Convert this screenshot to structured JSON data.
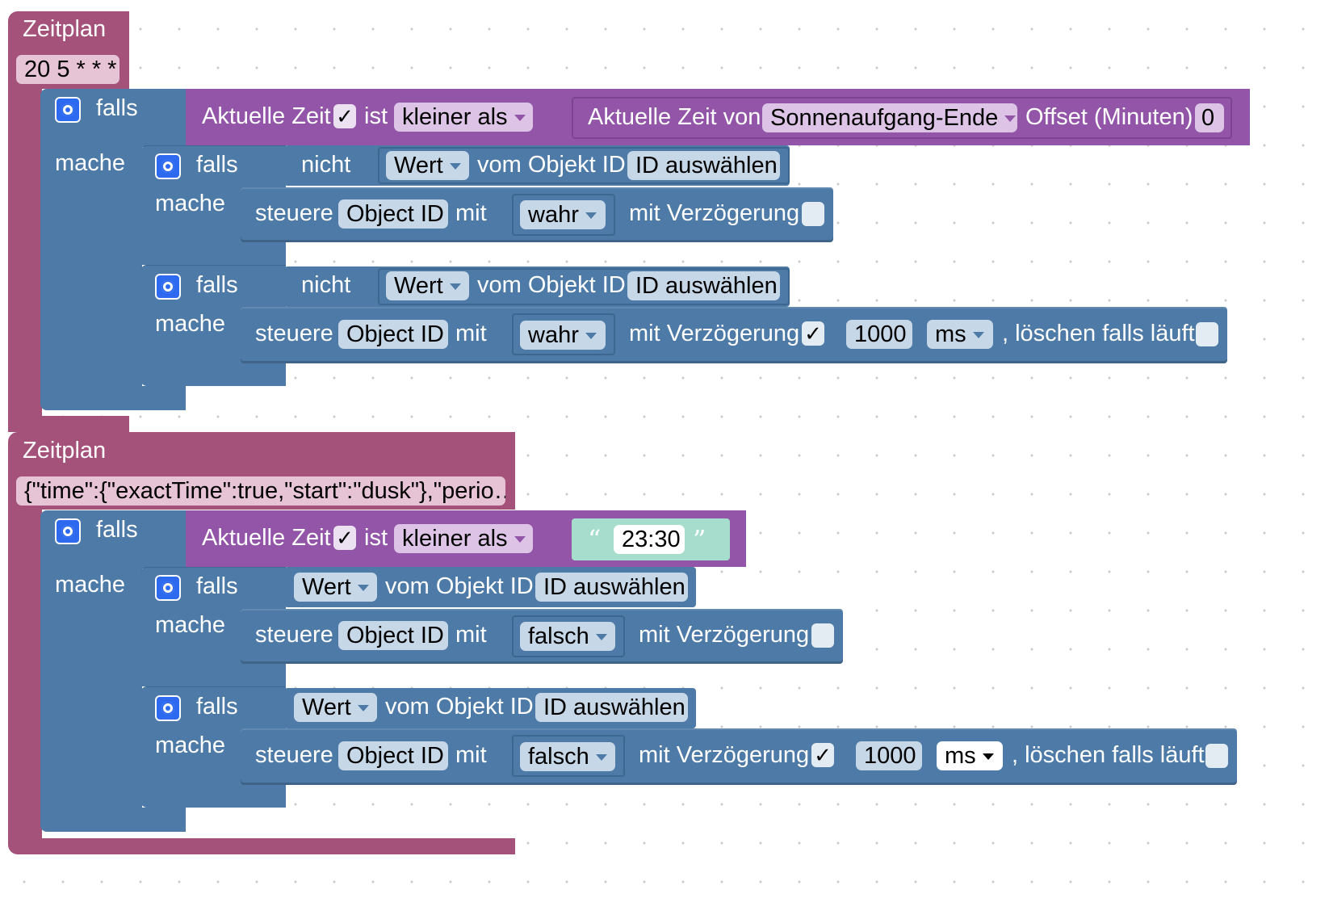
{
  "schedule1": {
    "title": "Zeitplan",
    "cron": "20 5 * * *",
    "if_label": "falls",
    "do_label": "mache",
    "condition": {
      "left": "Aktuelle Zeit",
      "is": "ist",
      "op": "kleiner als",
      "right_label": "Aktuelle Zeit von",
      "astro": "Sonnenaufgang-Ende",
      "offset_label": "Offset (Minuten)",
      "offset": "0"
    },
    "inner1": {
      "if_label": "falls",
      "not": "nicht",
      "value": "Wert",
      "of_object": "vom Objekt ID",
      "select_id": "ID auswählen",
      "do_label": "mache",
      "control": "steuere",
      "object_id": "Object ID",
      "with": "mit",
      "state": "wahr",
      "delay_label": "mit Verzögerung"
    },
    "inner2": {
      "if_label": "falls",
      "not": "nicht",
      "value": "Wert",
      "of_object": "vom Objekt ID",
      "select_id": "ID auswählen",
      "do_label": "mache",
      "control": "steuere",
      "object_id": "Object ID",
      "with": "mit",
      "state": "wahr",
      "delay_label": "mit Verzögerung",
      "delay_check": "✓",
      "delay_value": "1000",
      "unit": "ms",
      "clear_label": ", löschen falls läuft"
    }
  },
  "schedule2": {
    "title": "Zeitplan",
    "cron": "{\"time\":{\"exactTime\":true,\"start\":\"dusk\"},\"perio…",
    "if_label": "falls",
    "do_label": "mache",
    "condition": {
      "left": "Aktuelle Zeit",
      "is": "ist",
      "op": "kleiner als",
      "time": "23:30"
    },
    "inner1": {
      "if_label": "falls",
      "value": "Wert",
      "of_object": "vom Objekt ID",
      "select_id": "ID auswählen",
      "do_label": "mache",
      "control": "steuere",
      "object_id": "Object ID",
      "with": "mit",
      "state": "falsch",
      "delay_label": "mit Verzögerung"
    },
    "inner2": {
      "if_label": "falls",
      "value": "Wert",
      "of_object": "vom Objekt ID",
      "select_id": "ID auswählen",
      "do_label": "mache",
      "control": "steuere",
      "object_id": "Object ID",
      "with": "mit",
      "state": "falsch",
      "delay_label": "mit Verzögerung",
      "delay_check": "✓",
      "delay_value": "1000",
      "unit": "ms",
      "clear_label": ", löschen falls läuft"
    }
  },
  "shared": {
    "checked": "✓",
    "open_quote": "“",
    "close_quote": "”"
  }
}
